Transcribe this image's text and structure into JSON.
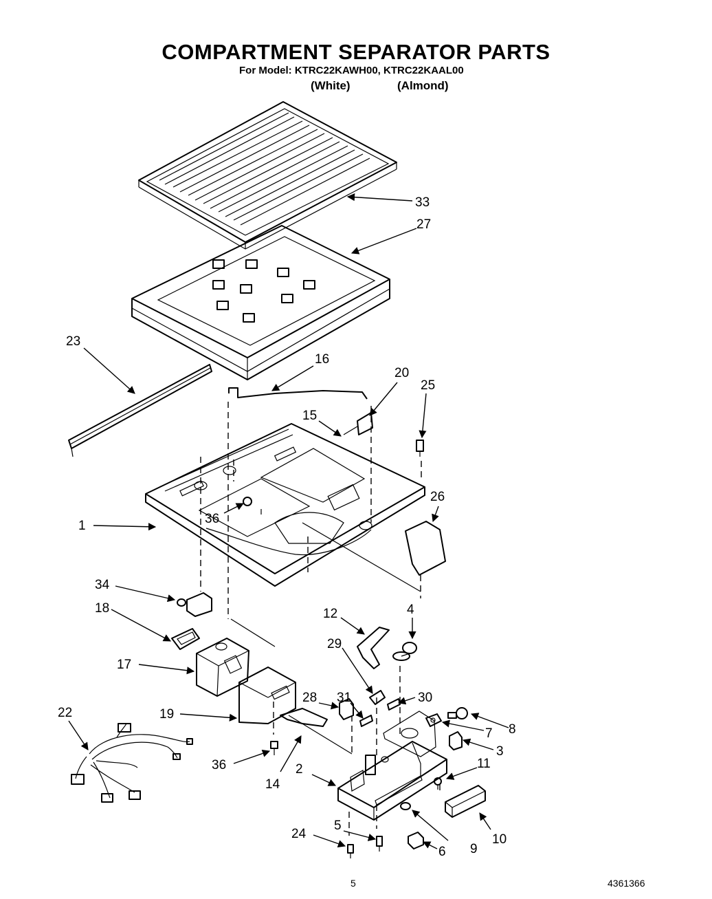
{
  "title": "COMPARTMENT SEPARATOR PARTS",
  "model_line": "For Model: KTRC22KAWH00,  KTRC22KAAL00",
  "variants": [
    "(White)",
    "(Almond)"
  ],
  "page_number": "5",
  "doc_number": "4361366",
  "callouts": [
    {
      "id": "c33",
      "text": "33"
    },
    {
      "id": "c27",
      "text": "27"
    },
    {
      "id": "c23",
      "text": "23"
    },
    {
      "id": "c16",
      "text": "16"
    },
    {
      "id": "c20",
      "text": "20"
    },
    {
      "id": "c25",
      "text": "25"
    },
    {
      "id": "c15",
      "text": "15"
    },
    {
      "id": "c26",
      "text": "26"
    },
    {
      "id": "c1",
      "text": "1"
    },
    {
      "id": "c36a",
      "text": "36"
    },
    {
      "id": "c34",
      "text": "34"
    },
    {
      "id": "c18",
      "text": "18"
    },
    {
      "id": "c12",
      "text": "12"
    },
    {
      "id": "c4",
      "text": "4"
    },
    {
      "id": "c17",
      "text": "17"
    },
    {
      "id": "c29",
      "text": "29"
    },
    {
      "id": "c28",
      "text": "28"
    },
    {
      "id": "c31",
      "text": "31"
    },
    {
      "id": "c30",
      "text": "30"
    },
    {
      "id": "c22",
      "text": "22"
    },
    {
      "id": "c19",
      "text": "19"
    },
    {
      "id": "c8",
      "text": "8"
    },
    {
      "id": "c7",
      "text": "7"
    },
    {
      "id": "c3",
      "text": "3"
    },
    {
      "id": "c36b",
      "text": "36"
    },
    {
      "id": "c14",
      "text": "14"
    },
    {
      "id": "c2",
      "text": "2"
    },
    {
      "id": "c11",
      "text": "11"
    },
    {
      "id": "c5",
      "text": "5"
    },
    {
      "id": "c24",
      "text": "24"
    },
    {
      "id": "c6",
      "text": "6"
    },
    {
      "id": "c9",
      "text": "9"
    },
    {
      "id": "c10",
      "text": "10"
    }
  ]
}
